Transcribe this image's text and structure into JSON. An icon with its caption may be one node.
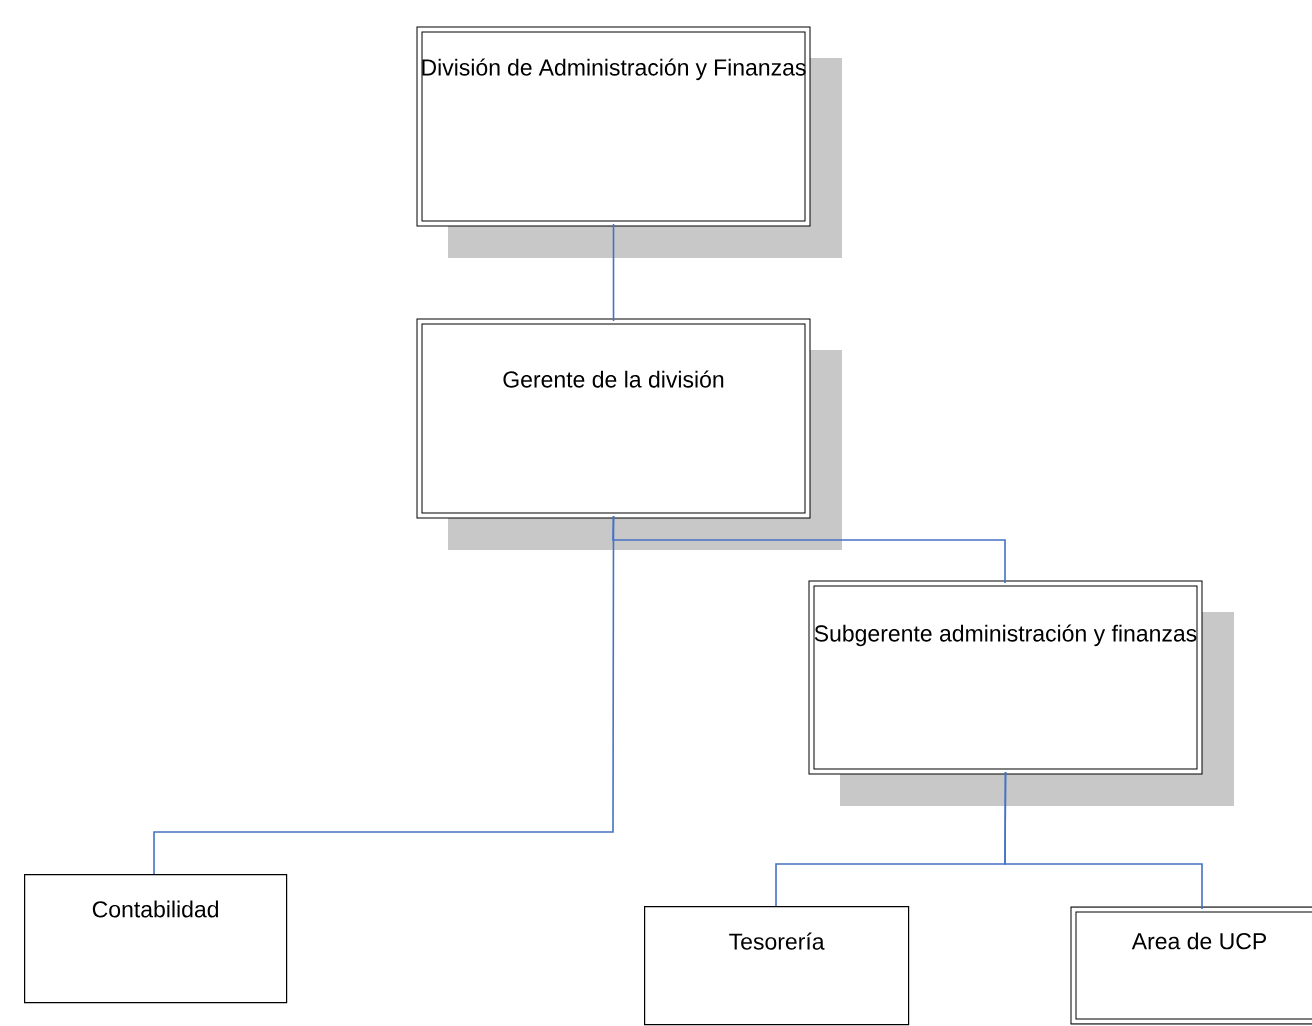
{
  "diagram": {
    "nodes": [
      {
        "text": [
          "División de Administración y Finanzas"
        ]
      },
      {
        "text": [
          "Gerente de la división"
        ]
      },
      {
        "text": [
          "Subgerente administración y finanzas"
        ]
      },
      {
        "text": [
          "Contabilidad"
        ]
      },
      {
        "text": [
          "Tesorería"
        ]
      },
      {
        "text": [
          "Area de UCP"
        ]
      }
    ],
    "edges": [
      {
        "from": 0,
        "to": 1,
        "arrow": "none"
      },
      {
        "from": 1,
        "to": 2,
        "arrow": "none"
      },
      {
        "from": 1,
        "to": 3,
        "arrow": "none"
      },
      {
        "from": 2,
        "to": 4,
        "arrow": "none"
      },
      {
        "from": 2,
        "to": 5,
        "arrow": "none"
      }
    ]
  }
}
